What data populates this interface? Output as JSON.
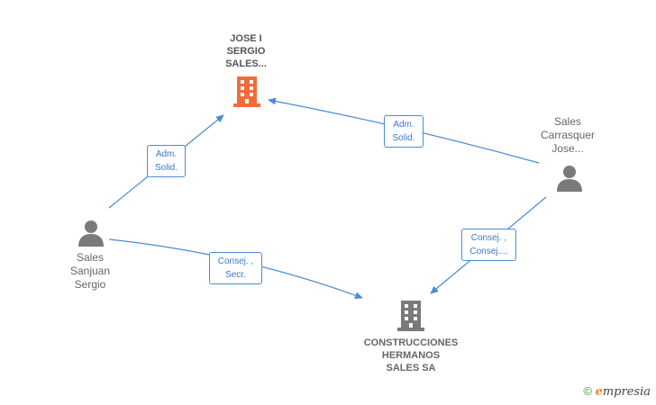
{
  "nodes": {
    "jose_sergio": {
      "label": "JOSE I\nSERGIO\nSALES..."
    },
    "construcciones": {
      "label": "CONSTRUCCIONES\nHERMANOS\nSALES SA"
    },
    "sanjuan": {
      "label": "Sales\nSanjuan\nSergio"
    },
    "carrasquer": {
      "label": "Sales\nCarrasquer\nJose..."
    }
  },
  "edges": {
    "sanjuan_to_jose": {
      "label": "Adm.\nSolid."
    },
    "carrasquer_to_jose": {
      "label": "Adm.\nSolid."
    },
    "sanjuan_to_construcciones": {
      "label": "Consej. ,\nSecr."
    },
    "carrasquer_to_construcciones": {
      "label": "Consej. ,\nConsej...."
    }
  },
  "colors": {
    "edge": "#4a8bd6",
    "company_highlight": "#f26b3a",
    "company_default": "#7a7a7a",
    "person": "#7a7a7a"
  },
  "watermark": {
    "copyright": "©",
    "brand_initial": "e",
    "brand_rest": "mpresia"
  }
}
